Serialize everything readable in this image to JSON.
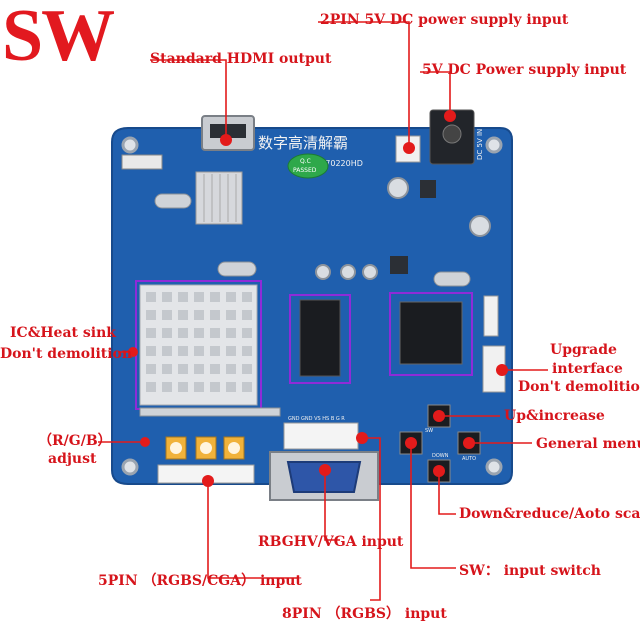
{
  "brand": "SW",
  "board": {
    "title_cn": "数字高清解霸",
    "model": "20170220HD",
    "qc_line1": "Q.C",
    "qc_line2": "PASSED",
    "dc_label": "DC 5V IN",
    "pin_header_labels": "GND GND VS HS B G R",
    "sw_button": "SW",
    "down_button": "DOWN",
    "auto_button": "AUTO"
  },
  "annotations": {
    "hdmi": "Standard HDMI output",
    "pin2_power": "2PIN 5V DC power supply input",
    "dc_power": "5V DC Power supply input",
    "ic_line1": "IC&Heat sink",
    "ic_line2": "Don't demolition",
    "upgrade_line1": "Upgrade",
    "upgrade_line2": "interface",
    "upgrade_line3": "Don't demolition",
    "up": "Up&increase",
    "menu": "General menu",
    "rgb_line1": "（R/G/B）",
    "rgb_line2": "adjust",
    "down": "Down&reduce/Aoto scan",
    "vga": "RBGHV/VGA input",
    "sw": "SW： input switch",
    "pin5": "5PIN （RGBS/CGA） input",
    "pin8": "8PIN （RGBS） input"
  },
  "colors": {
    "pcb": "#1f5fae",
    "annotation": "#d6141b",
    "highlight_box": "#8e2bd8",
    "marker": "#e31b1b"
  }
}
